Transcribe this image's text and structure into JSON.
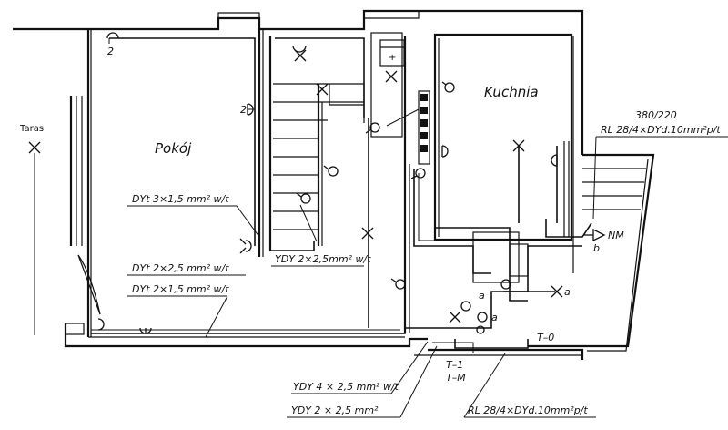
{
  "rooms": {
    "pokoj": "Pokój",
    "kuchnia": "Kuchnia",
    "taras": "Taras"
  },
  "cables": {
    "dyt_3x15": "DYt  3×1,5 mm² w/t",
    "dyt_2x25": "DYt  2×2,5 mm² w/t",
    "dyt_2x15": "DYt  2×1,5 mm² w/t",
    "ydy_2x25_stair": "YDY 2×2,5mm² w/t",
    "ydy_4x25": "YDY  4 × 2,5 mm² w/t",
    "ydy_2x25_bottom": "YDY  2 × 2,5 mm²",
    "rl_top": "RL 28/4×DYd.10mm²p/t",
    "rl_bottom": "RL 28/4×DYd.10mm²p/t"
  },
  "labels": {
    "voltage": "380/220",
    "nm": "NM",
    "b": "b",
    "a1": "a",
    "a2": "a",
    "a3": "a",
    "t0": "T–0",
    "t1": "T–1",
    "tm": "T–M",
    "two1": "2",
    "two2": "2",
    "plus": "+"
  }
}
